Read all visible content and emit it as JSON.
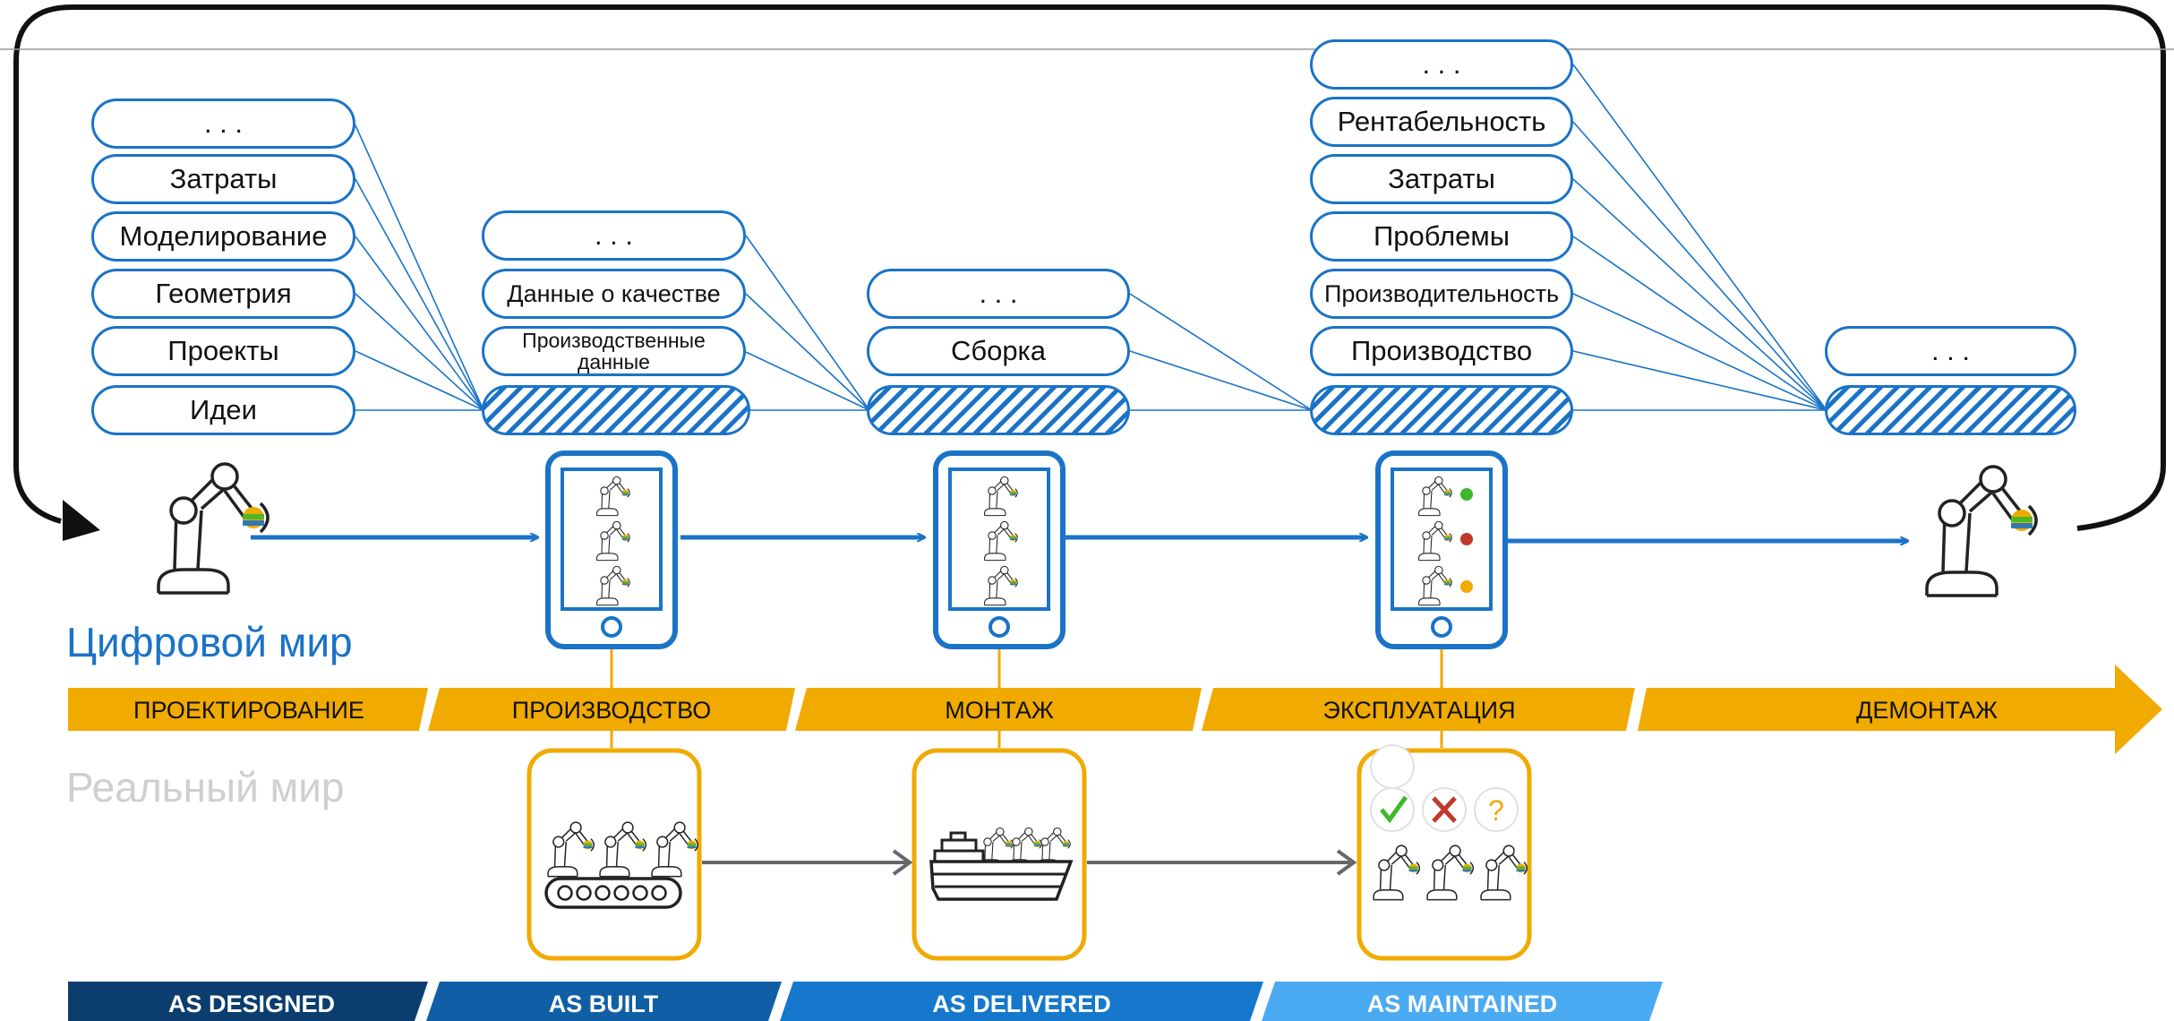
{
  "worlds": {
    "digital": "Цифровой мир",
    "real": "Реальный мир"
  },
  "data_columns": [
    {
      "id": "design",
      "items": [
        ". . .",
        "Затраты",
        "Моделирование",
        "Геометрия",
        "Проекты",
        "Идеи"
      ]
    },
    {
      "id": "production",
      "items": [
        ". . .",
        "Данные о качестве",
        "Производственные данные"
      ]
    },
    {
      "id": "assembly",
      "items": [
        ". . .",
        "Сборка"
      ]
    },
    {
      "id": "operation",
      "items": [
        ". . .",
        "Рентабельность",
        "Затраты",
        "Проблемы",
        "Производительность",
        "Производство"
      ]
    },
    {
      "id": "dismantling",
      "items": [
        ". . ."
      ]
    }
  ],
  "stages": [
    "ПРОЕКТИРОВАНИЕ",
    "ПРОИЗВОДСТВО",
    "МОНТАЖ",
    "ЭКСПЛУАТАЦИЯ",
    "ДЕМОНТАЖ"
  ],
  "as_stages": [
    "AS DESIGNED",
    "AS BUILT",
    "AS DELIVERED",
    "AS MAINTAINED"
  ],
  "colors": {
    "digital_blue": "#1a73c7",
    "timeline_yellow": "#f0aa00",
    "real_text_gray": "#cfcfcf",
    "as_designed": "#0b3d6e",
    "as_built": "#105fa6",
    "as_delivered": "#1578cc",
    "as_maintained": "#4aaaf2",
    "status_green": "#3cb829",
    "status_red": "#c0392b",
    "status_yellow": "#f0aa00"
  },
  "icons": [
    "robot-arm-icon",
    "smartphone-icon",
    "conveyor-icon",
    "ship-icon",
    "check-icon",
    "cross-icon",
    "question-icon"
  ]
}
